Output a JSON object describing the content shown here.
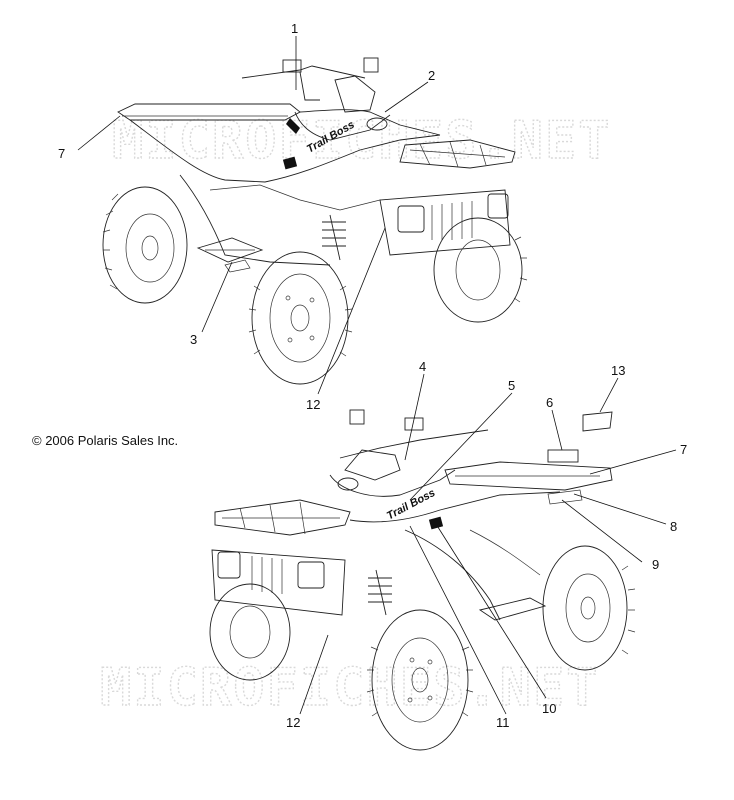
{
  "watermarks": [
    "MICROFICHES.NET",
    "MICROFICHES.NET"
  ],
  "copyright": "© 2006 Polaris Sales Inc.",
  "brand_decal_text": "Trail Boss",
  "callouts_top": [
    "1",
    "2",
    "7",
    "3",
    "12"
  ],
  "callouts_bottom": [
    "4",
    "5",
    "6",
    "13",
    "7",
    "8",
    "9",
    "12",
    "11",
    "10"
  ],
  "colors": {
    "line": "#222222",
    "watermark": "#d9d9d9",
    "background": "#ffffff"
  }
}
